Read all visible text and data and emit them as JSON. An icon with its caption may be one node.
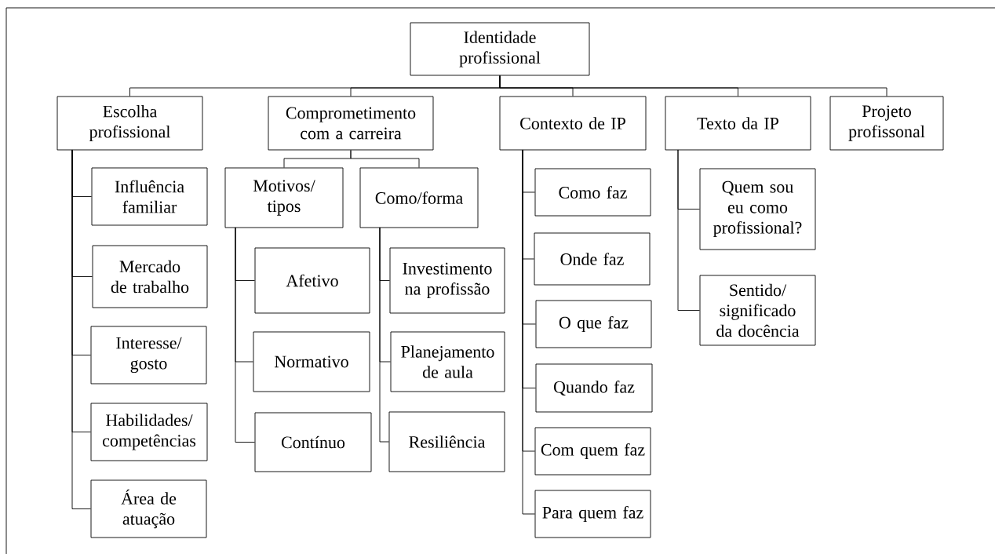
{
  "diagram": {
    "nodes": [
      {
        "text": [
          "Identidade profissional"
        ]
      },
      {
        "text": [
          "Escolha profissional"
        ]
      },
      {
        "text": [
          "Comprometimento com a carreira"
        ]
      },
      {
        "text": [
          "Contexto de IP"
        ]
      },
      {
        "text": [
          "Texto da IP"
        ]
      },
      {
        "text": [
          "Projeto profissonal"
        ]
      },
      {
        "text": [
          "Influência familiar"
        ]
      },
      {
        "text": [
          "Mercado de trabalho"
        ]
      },
      {
        "text": [
          "Interesse/ gosto"
        ]
      },
      {
        "text": [
          "Habilidades/ competências"
        ]
      },
      {
        "text": [
          "Área de atuação"
        ]
      },
      {
        "text": [
          "Motivos/ tipos"
        ]
      },
      {
        "text": [
          "Como/forma"
        ]
      },
      {
        "text": [
          "Afetivo"
        ]
      },
      {
        "text": [
          "Normativo"
        ]
      },
      {
        "text": [
          "Contínuo"
        ]
      },
      {
        "text": [
          "Investimento na profissão"
        ]
      },
      {
        "text": [
          "Planejamento de aula"
        ]
      },
      {
        "text": [
          "Resiliência"
        ]
      },
      {
        "text": [
          "Como faz"
        ]
      },
      {
        "text": [
          "Onde faz"
        ]
      },
      {
        "text": [
          "O que faz"
        ]
      },
      {
        "text": [
          "Quando faz"
        ]
      },
      {
        "text": [
          "Com quem faz"
        ]
      },
      {
        "text": [
          "Para quem faz"
        ]
      },
      {
        "text": [
          "Quem sou eu como profissional?"
        ]
      },
      {
        "text": [
          "Sentido/ significado da docência"
        ]
      }
    ],
    "edges": [
      {
        "from": 0,
        "to": 1,
        "arrow": "none"
      },
      {
        "from": 0,
        "to": 2,
        "arrow": "none"
      },
      {
        "from": 0,
        "to": 3,
        "arrow": "none"
      },
      {
        "from": 0,
        "to": 4,
        "arrow": "none"
      },
      {
        "from": 0,
        "to": 5,
        "arrow": "none"
      },
      {
        "from": 1,
        "to": 6,
        "arrow": "none"
      },
      {
        "from": 1,
        "to": 7,
        "arrow": "none"
      },
      {
        "from": 1,
        "to": 8,
        "arrow": "none"
      },
      {
        "from": 1,
        "to": 9,
        "arrow": "none"
      },
      {
        "from": 1,
        "to": 10,
        "arrow": "none"
      },
      {
        "from": 2,
        "to": 11,
        "arrow": "none"
      },
      {
        "from": 2,
        "to": 12,
        "arrow": "none"
      },
      {
        "from": 11,
        "to": 13,
        "arrow": "none"
      },
      {
        "from": 11,
        "to": 14,
        "arrow": "none"
      },
      {
        "from": 11,
        "to": 15,
        "arrow": "none"
      },
      {
        "from": 12,
        "to": 16,
        "arrow": "none"
      },
      {
        "from": 12,
        "to": 17,
        "arrow": "none"
      },
      {
        "from": 12,
        "to": 18,
        "arrow": "none"
      },
      {
        "from": 3,
        "to": 19,
        "arrow": "none"
      },
      {
        "from": 3,
        "to": 20,
        "arrow": "none"
      },
      {
        "from": 3,
        "to": 21,
        "arrow": "none"
      },
      {
        "from": 3,
        "to": 22,
        "arrow": "none"
      },
      {
        "from": 3,
        "to": 23,
        "arrow": "none"
      },
      {
        "from": 3,
        "to": 24,
        "arrow": "none"
      },
      {
        "from": 4,
        "to": 25,
        "arrow": "none"
      },
      {
        "from": 4,
        "to": 26,
        "arrow": "none"
      }
    ]
  }
}
